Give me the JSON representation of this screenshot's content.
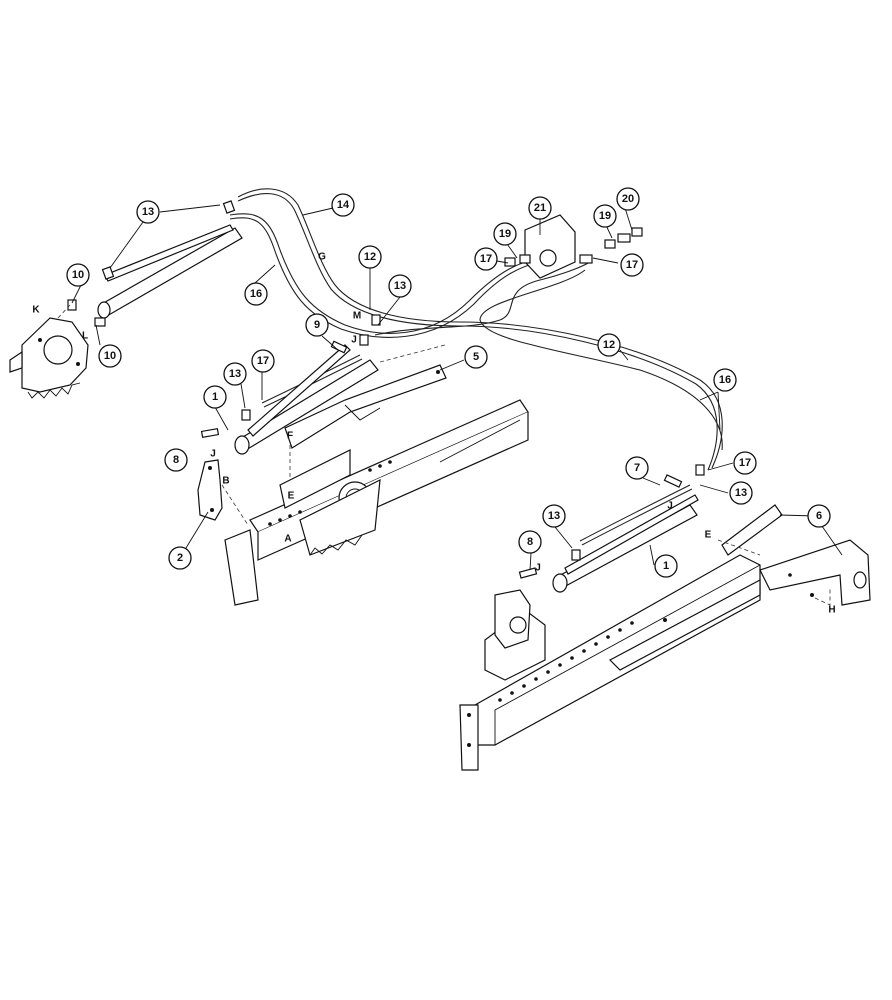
{
  "callouts": [
    {
      "id": "c13a",
      "label": "13"
    },
    {
      "id": "c14",
      "label": "14"
    },
    {
      "id": "c10a",
      "label": "10"
    },
    {
      "id": "c16a",
      "label": "16"
    },
    {
      "id": "c12a",
      "label": "12"
    },
    {
      "id": "c13b",
      "label": "13"
    },
    {
      "id": "c10b",
      "label": "10"
    },
    {
      "id": "c9",
      "label": "9"
    },
    {
      "id": "c13c",
      "label": "13"
    },
    {
      "id": "c17a",
      "label": "17"
    },
    {
      "id": "c1a",
      "label": "1"
    },
    {
      "id": "c5",
      "label": "5"
    },
    {
      "id": "c8a",
      "label": "8"
    },
    {
      "id": "c2",
      "label": "2"
    },
    {
      "id": "c21",
      "label": "21"
    },
    {
      "id": "c19a",
      "label": "19"
    },
    {
      "id": "c17b",
      "label": "17"
    },
    {
      "id": "c19b",
      "label": "19"
    },
    {
      "id": "c20",
      "label": "20"
    },
    {
      "id": "c17c",
      "label": "17"
    },
    {
      "id": "c12b",
      "label": "12"
    },
    {
      "id": "c16b",
      "label": "16"
    },
    {
      "id": "c7",
      "label": "7"
    },
    {
      "id": "c17d",
      "label": "17"
    },
    {
      "id": "c13d",
      "label": "13"
    },
    {
      "id": "c13e",
      "label": "13"
    },
    {
      "id": "c6",
      "label": "6"
    },
    {
      "id": "c8b",
      "label": "8"
    },
    {
      "id": "c1b",
      "label": "1"
    }
  ],
  "letters": [
    {
      "id": "K",
      "label": "K"
    },
    {
      "id": "L",
      "label": "L"
    },
    {
      "id": "G",
      "label": "G"
    },
    {
      "id": "M",
      "label": "M"
    },
    {
      "id": "J1",
      "label": "J"
    },
    {
      "id": "J2",
      "label": "J"
    },
    {
      "id": "F",
      "label": "F"
    },
    {
      "id": "B",
      "label": "B"
    },
    {
      "id": "E1",
      "label": "E"
    },
    {
      "id": "A",
      "label": "A"
    },
    {
      "id": "J3",
      "label": "J"
    },
    {
      "id": "J4",
      "label": "J"
    },
    {
      "id": "E2",
      "label": "E"
    },
    {
      "id": "H",
      "label": "H"
    }
  ]
}
